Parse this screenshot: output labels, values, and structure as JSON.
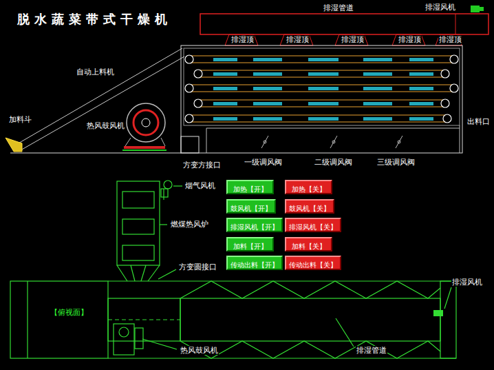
{
  "diagram": {
    "title": "脱水蔬菜带式干燥机",
    "nodes": [
      {
        "text": [
          "加热【开】"
        ]
      },
      {
        "text": [
          "加热【关】"
        ]
      },
      {
        "text": [
          "鼓风机【开】"
        ]
      },
      {
        "text": [
          "鼓风机【关】"
        ]
      },
      {
        "text": [
          "排湿风机【开】"
        ]
      },
      {
        "text": [
          "排湿风机【关】"
        ]
      },
      {
        "text": [
          "加料【开】"
        ]
      },
      {
        "text": [
          "加料【关】"
        ]
      },
      {
        "text": [
          "传动出料【开】"
        ]
      },
      {
        "text": [
          "传动出料【关】"
        ]
      }
    ],
    "labels": [
      "排湿管道",
      "排湿风机",
      "排湿顶",
      "排湿顶",
      "排湿顶",
      "排湿顶",
      "排湿顶",
      "自动上料机",
      "加料斗",
      "热风鼓风机",
      "出料口",
      "方变方接口",
      "一级调风阀",
      "二级调风阀",
      "三级调风阀",
      "烟气风机",
      "燃煤热风炉",
      "方变圆接口",
      "【俯视面】",
      "排湿风机",
      "热风鼓风机",
      "排湿管道"
    ]
  }
}
